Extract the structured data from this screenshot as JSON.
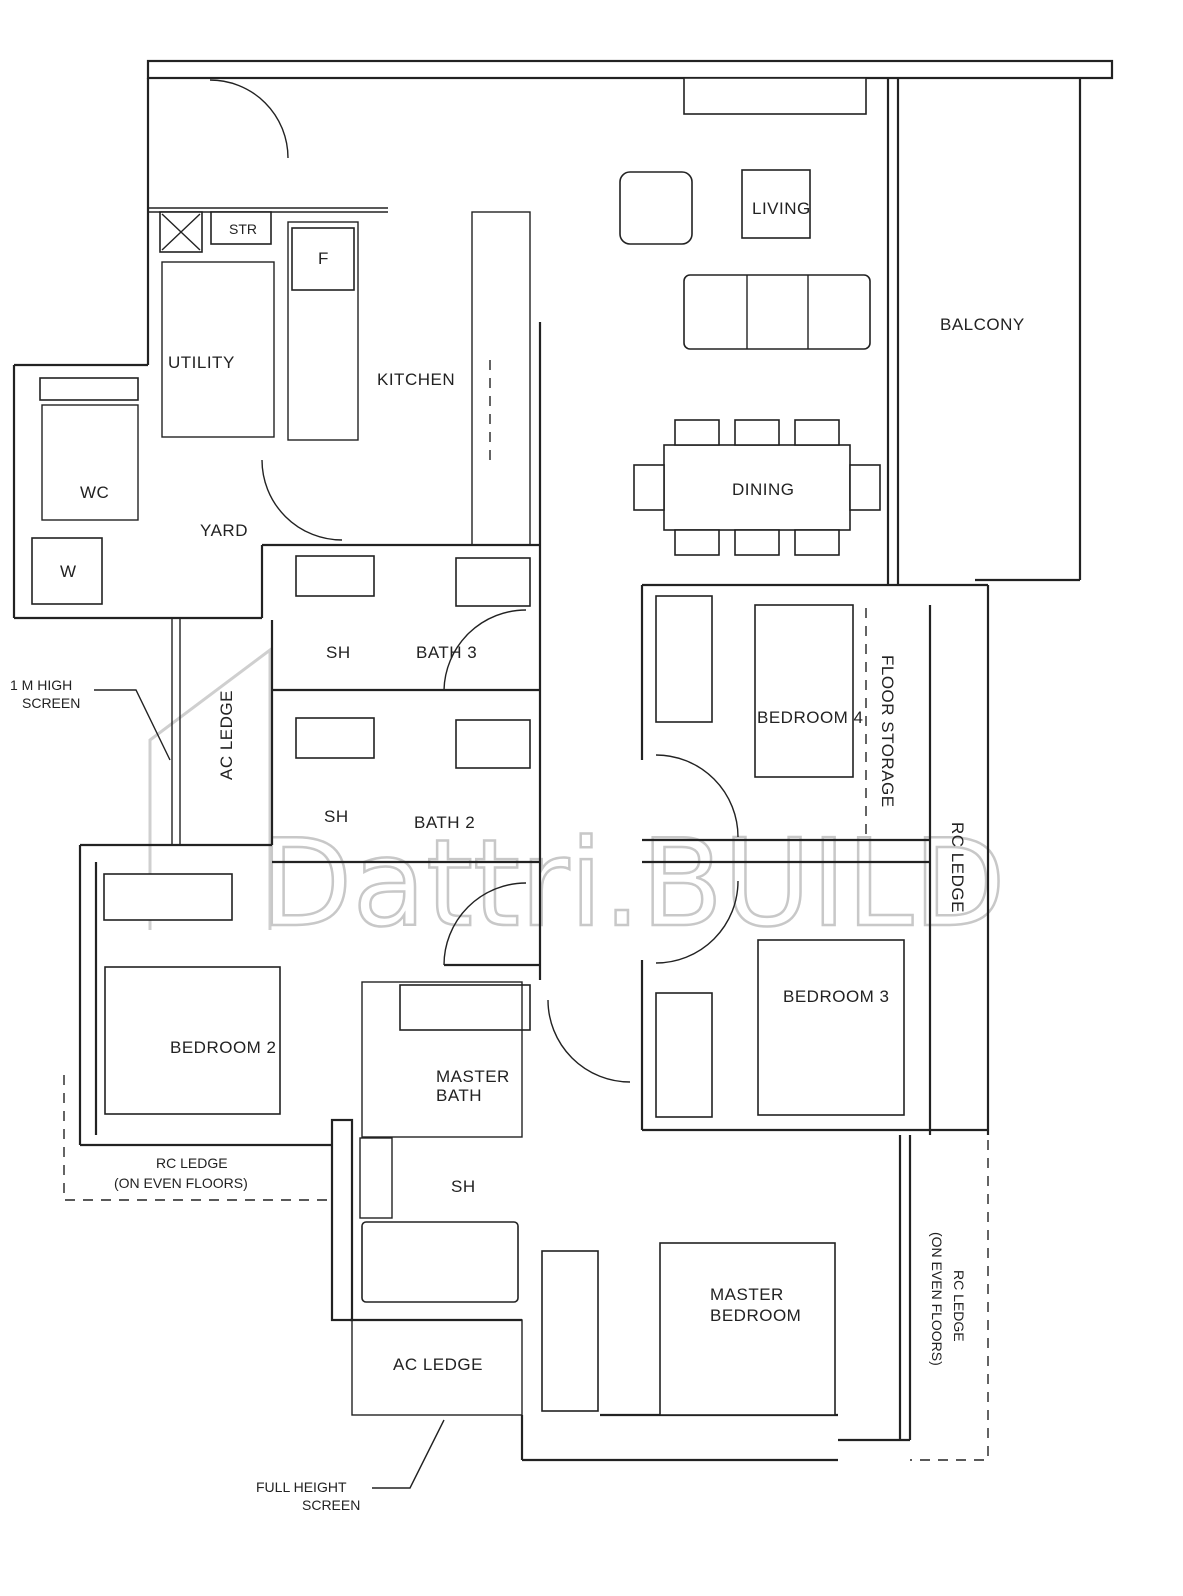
{
  "watermark": "Dattri.BUILD",
  "rooms": {
    "living": "LIVING",
    "balcony": "BALCONY",
    "kitchen": "KITCHEN",
    "dining": "DINING",
    "utility": "UTILITY",
    "wc": "WC",
    "yard": "YARD",
    "w": "W",
    "str": "STR",
    "f": "F",
    "sh_bath3": "SH",
    "bath3": "BATH 3",
    "sh_bath2": "SH",
    "bath2": "BATH 2",
    "bedroom4": "BEDROOM 4",
    "floor_storage": "FLOOR STORAGE",
    "bedroom2": "BEDROOM 2",
    "bedroom3": "BEDROOM 3",
    "master_bath_1": "MASTER",
    "master_bath_2": "BATH",
    "sh_master": "SH",
    "master_bedroom_1": "MASTER",
    "master_bedroom_2": "BEDROOM",
    "ac_ledge_vertical": "AC LEDGE",
    "ac_ledge_bottom": "AC LEDGE",
    "rc_ledge_right": "RC LEDGE"
  },
  "annotations": {
    "screen_1m_1": "1 M HIGH",
    "screen_1m_2": "SCREEN",
    "rc_ledge_even_1": "RC LEDGE",
    "rc_ledge_even_2": "(ON EVEN FLOORS)",
    "rc_ledge_even_right_1": "RC LEDGE",
    "rc_ledge_even_right_2": "(ON EVEN FLOORS)",
    "full_height_1": "FULL HEIGHT",
    "full_height_2": "SCREEN"
  }
}
